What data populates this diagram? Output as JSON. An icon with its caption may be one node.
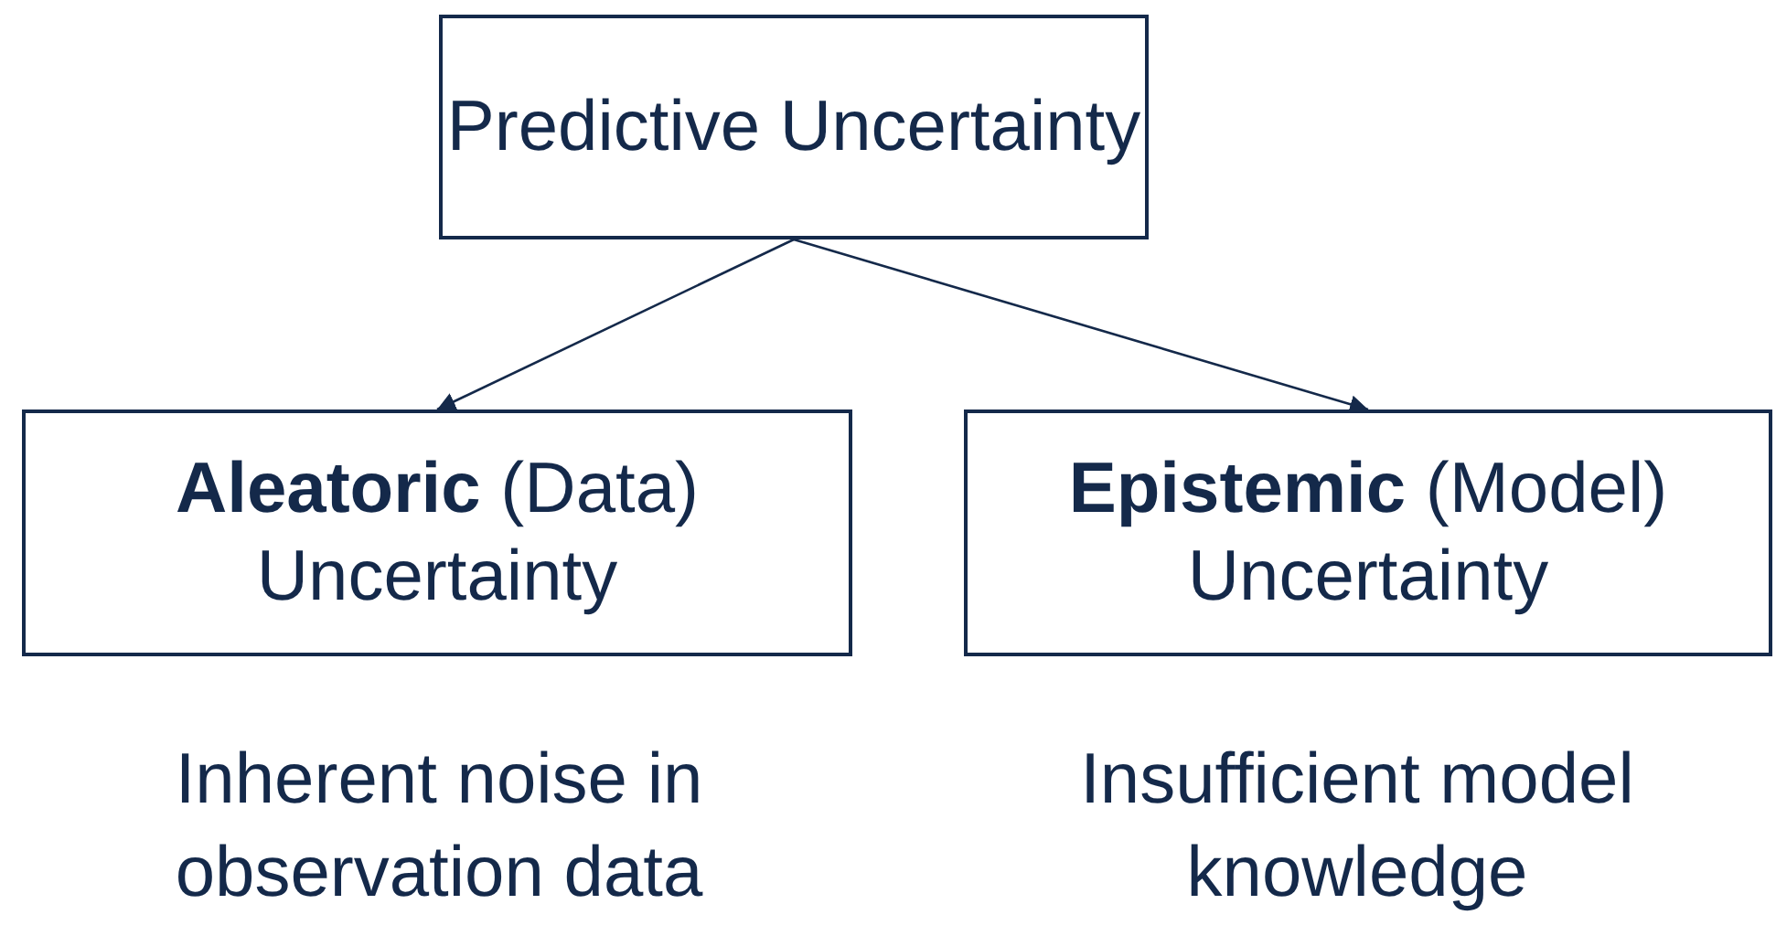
{
  "diagram": {
    "nodes": [
      {
        "text": [
          "Predictive Uncertainty"
        ]
      },
      {
        "text": [
          "**Aleatoric** (Data) Uncertainty"
        ],
        "beside": [
          "Inherent noise in observation data"
        ]
      },
      {
        "text": [
          "**Epistemic** (Model) Uncertainty"
        ],
        "beside": [
          "Insufficient model knowledge"
        ]
      }
    ],
    "edges": [
      {
        "from": 0,
        "to": 1,
        "arrow": "to"
      },
      {
        "from": 0,
        "to": 2,
        "arrow": "to"
      }
    ]
  }
}
